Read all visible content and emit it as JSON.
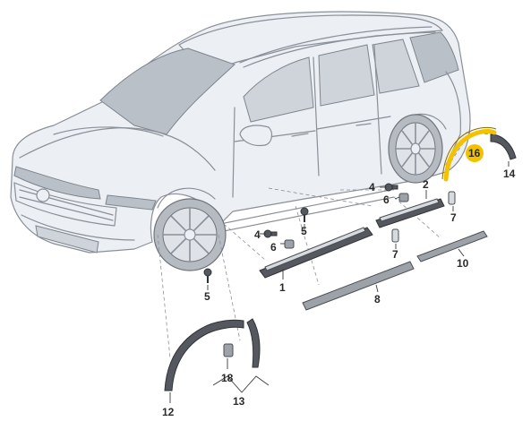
{
  "highlight_color": "#f2c200",
  "labels": {
    "p1": "1",
    "p2": "2",
    "p4a": "4",
    "p4b": "4",
    "p5a": "5",
    "p5b": "5",
    "p6a": "6",
    "p6b": "6",
    "p7a": "7",
    "p7b": "7",
    "p8": "8",
    "p10": "10",
    "p12": "12",
    "p13": "13",
    "p14": "14",
    "p16": "16",
    "p18": "18"
  }
}
